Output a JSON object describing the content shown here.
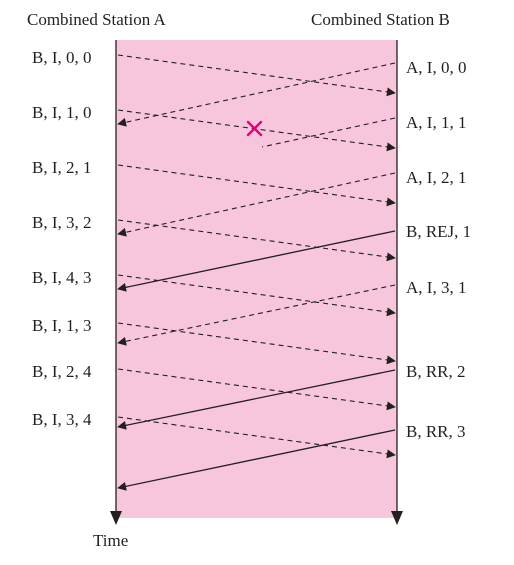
{
  "diagram": {
    "station_a_title": "Combined Station A",
    "station_b_title": "Combined Station B",
    "time_label": "Time",
    "station_a_frames": [
      "B, I, 0, 0",
      "B, I, 1, 0",
      "B, I, 2, 1",
      "B, I, 3, 2",
      "B, I, 4, 3",
      "B, I, 1, 3",
      "B, I, 2, 4",
      "B, I, 3, 4"
    ],
    "station_b_frames": [
      "A, I, 0, 0",
      "A, I, 1, 1",
      "A, I, 2, 1",
      "B, REJ, 1",
      "A, I, 3, 1",
      "B, RR, 2",
      "B, RR, 3"
    ],
    "colors": {
      "background_band": "#f7c6dc",
      "line": "#231f20",
      "lost_marker": "#e6007e"
    }
  }
}
